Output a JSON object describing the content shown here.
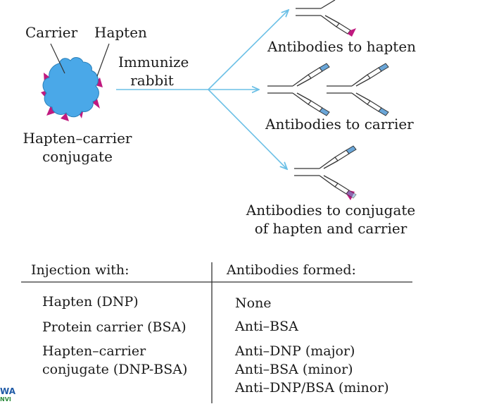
{
  "figure": {
    "carrier_label": "Carrier",
    "hapten_label": "Hapten",
    "conjugate_label_line1": "Hapten–carrier",
    "conjugate_label_line2": "conjugate",
    "immunize_line1": "Immunize",
    "immunize_line2": "rabbit",
    "antibodies_hapten": "Antibodies to hapten",
    "antibodies_carrier": "Antibodies to carrier",
    "antibodies_conjugate_line1": "Antibodies to conjugate",
    "antibodies_conjugate_line2": "of hapten and carrier"
  },
  "table": {
    "header_injection": "Injection with:",
    "header_antibodies": "Antibodies formed:",
    "rows": [
      {
        "injection": [
          "Hapten (DNP)"
        ],
        "antibodies": [
          "None"
        ]
      },
      {
        "injection": [
          "Protein carrier (BSA)"
        ],
        "antibodies": [
          "Anti–BSA"
        ]
      },
      {
        "injection": [
          "Hapten–carrier",
          "conjugate (DNP-BSA)"
        ],
        "antibodies": [
          "Anti–DNP (major)",
          "Anti–BSA (minor)",
          "Anti–DNP/BSA (minor)"
        ]
      }
    ]
  },
  "watermark": {
    "line1": "WA",
    "line2": "NVI"
  },
  "colors": {
    "carrier": "#4aa8e8",
    "hapten": "#c0197f",
    "arrow": "#6cc0e6",
    "antibody_tip": "#6aa6d8"
  }
}
